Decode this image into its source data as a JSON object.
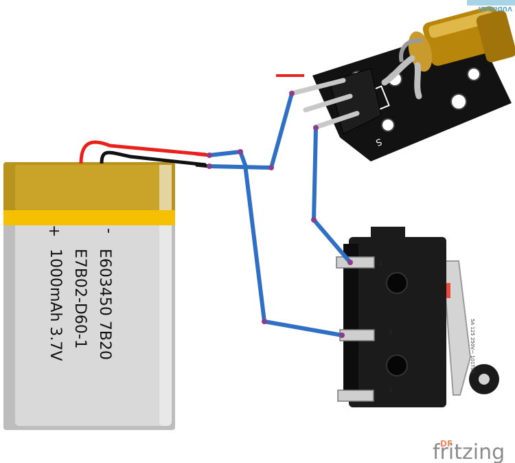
{
  "battery": {
    "minus_sign": "-",
    "plus_sign": "+",
    "line1": "E603450 7B20",
    "line2": "E7B02-D60-1",
    "line3": "1000mAh 3.7V"
  },
  "laser_module": {
    "pin_label": "S",
    "side_label": "-",
    "top_print": "S",
    "brand_top": "VUDIANZI"
  },
  "microswitch": {
    "pin_labels": [
      "1",
      "3",
      "2"
    ],
    "body_print": "5A 125 250V~ 101T85"
  },
  "watermark": {
    "brand": "fritzing",
    "prefix": "DF"
  },
  "colors": {
    "wire_blue": "#2f6fc4",
    "wire_red": "#e8211c",
    "wire_black": "#111111",
    "battery_gold": "#c9a020",
    "battery_gray": "#d8d8d8",
    "watermark_gray": "#8a8a8a"
  }
}
